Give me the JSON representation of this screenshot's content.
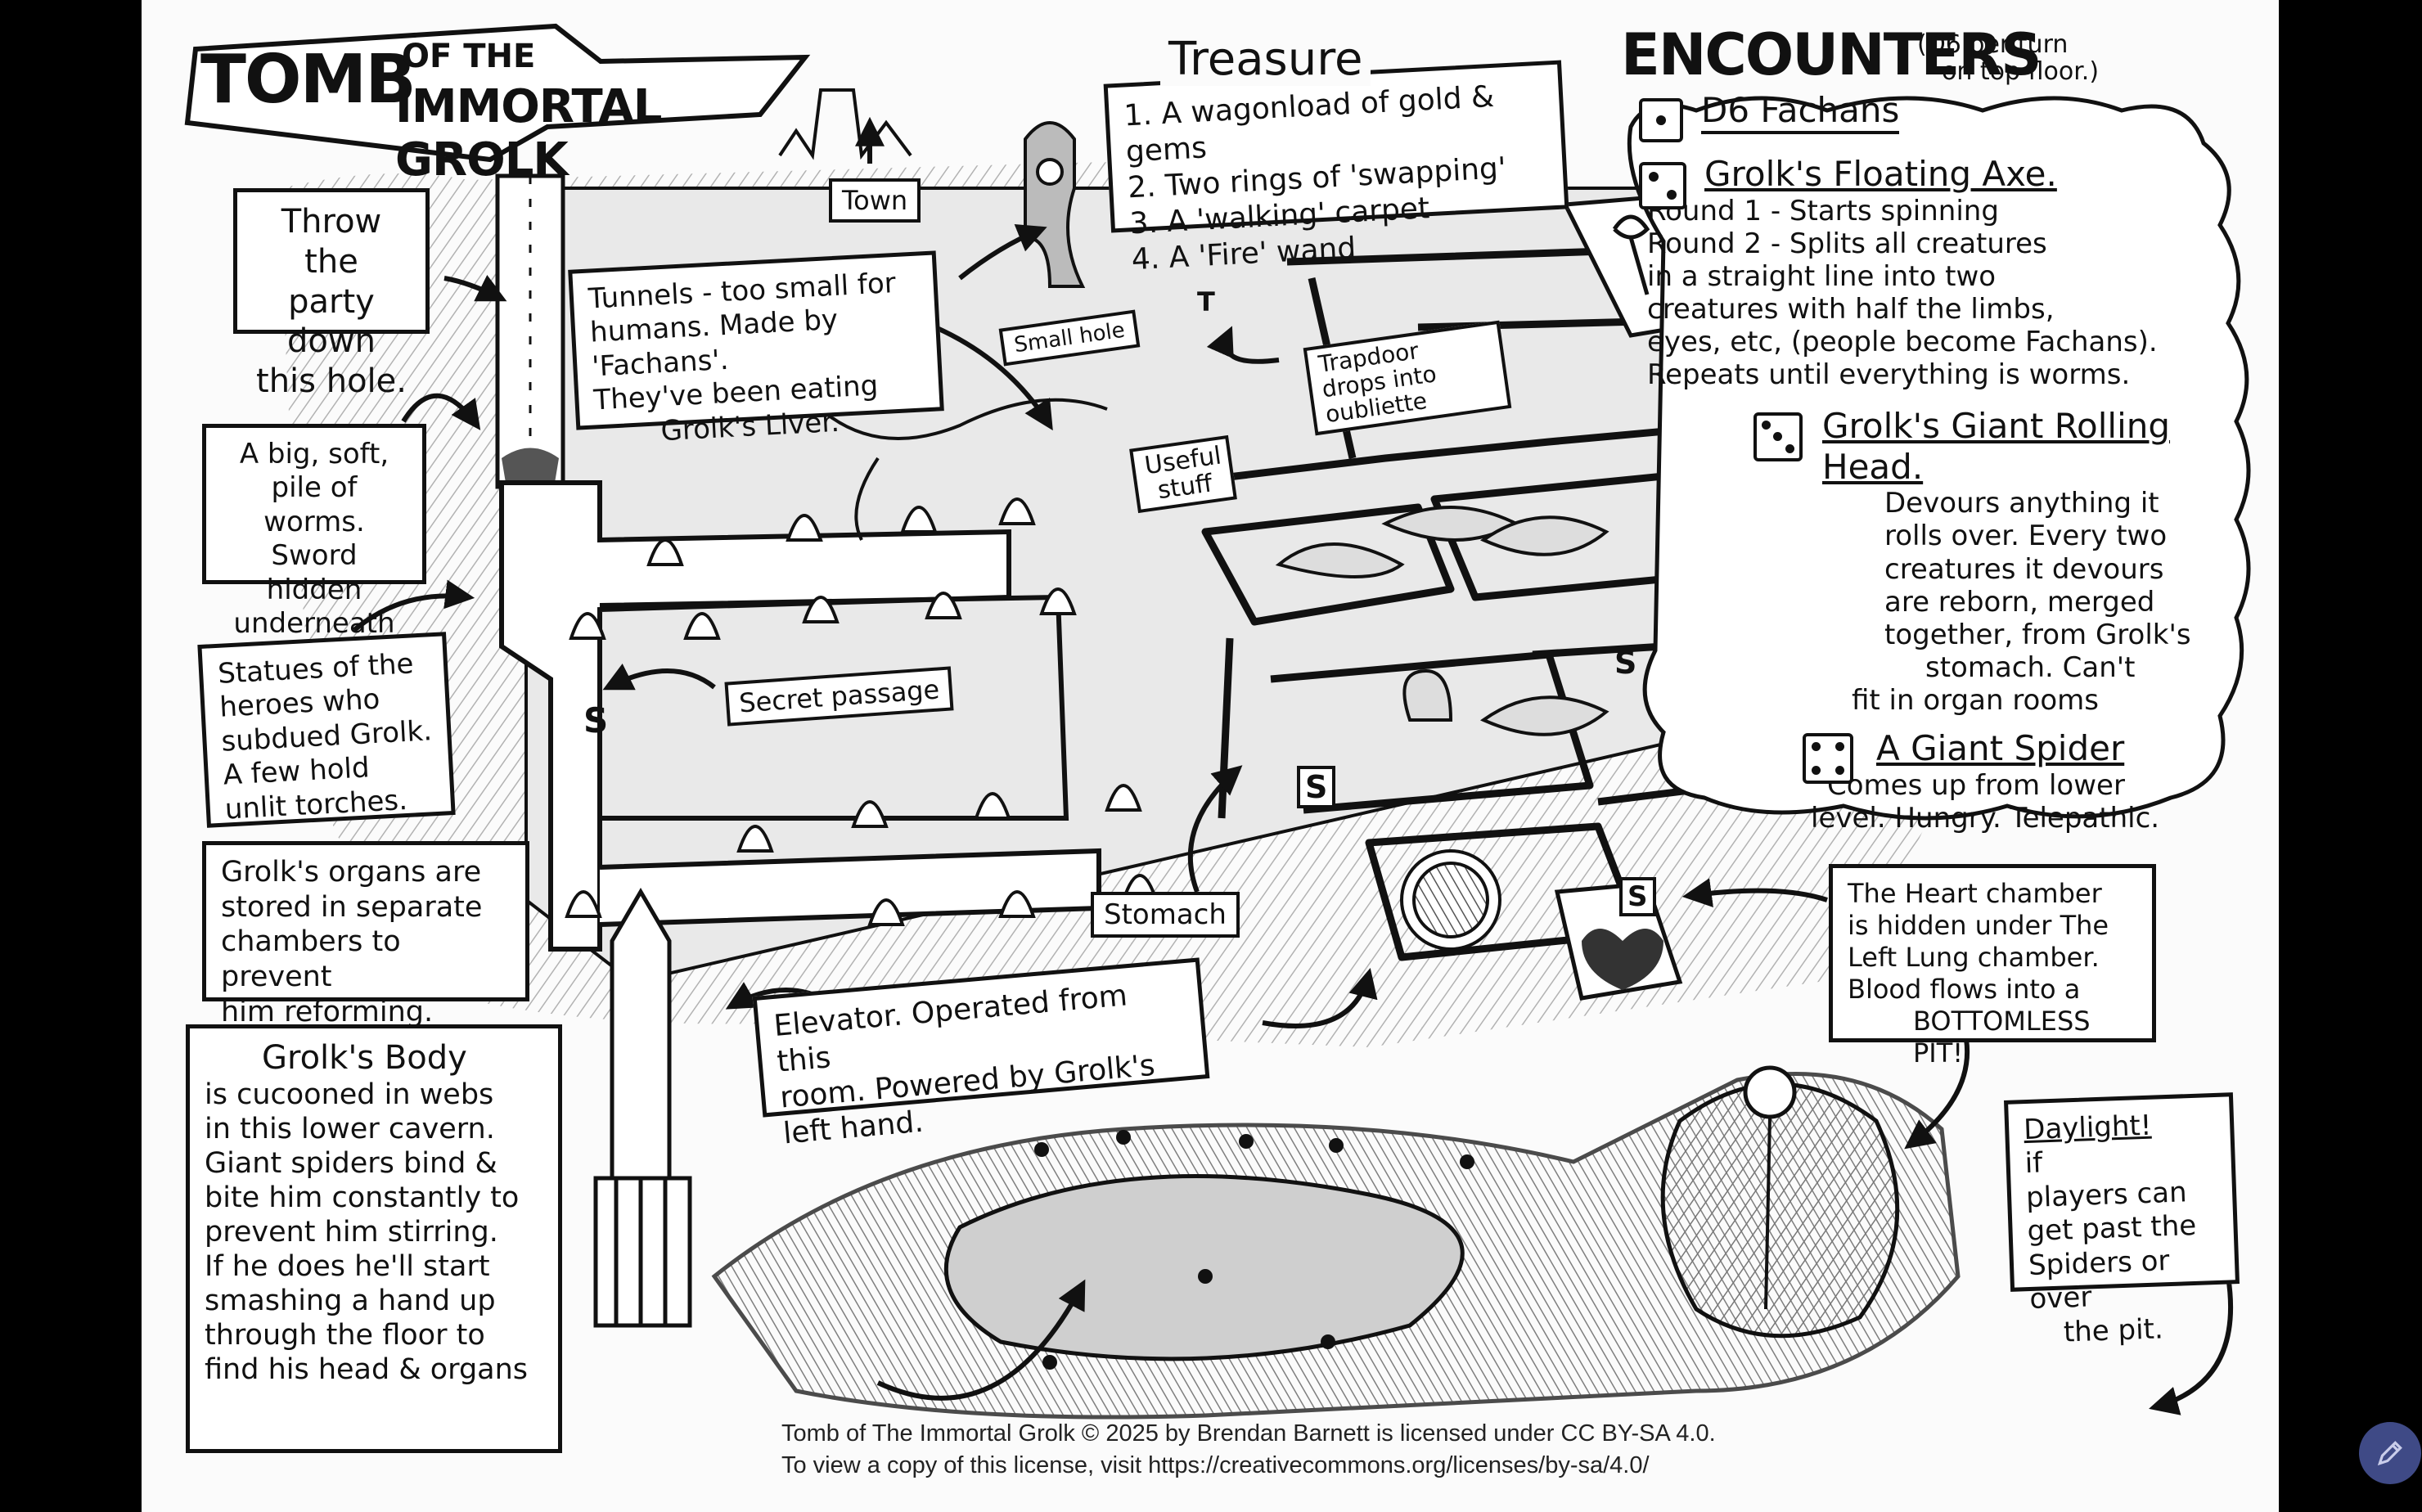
{
  "title": {
    "line1": "TOMB",
    "line1b": "OF THE",
    "line2": "IMMORTAL GROLK"
  },
  "treasure": {
    "heading": "Treasure",
    "items": [
      "1. A wagonload of gold & gems",
      "2. Two rings of 'swapping'",
      "3. A 'walking' carpet",
      "4. A 'Fire' wand"
    ]
  },
  "encounters": {
    "heading": "ENCOUNTERS",
    "note_line1": "(D6 per turn",
    "note_line2": "on top floor.)",
    "entries": [
      {
        "roll": "D6 Fachans",
        "lines": []
      },
      {
        "roll": "Grolk's Floating Axe.",
        "lines": [
          "Round 1 - Starts spinning",
          "Round 2 - Splits all creatures",
          "in a straight line into two",
          "creatures with half the limbs,",
          "eyes, etc, (people become Fachans).",
          "Repeats until everything is worms."
        ]
      },
      {
        "roll": "Grolk's Giant Rolling Head.",
        "lines": [
          "Devours anything it",
          "rolls over. Every two",
          "creatures it devours",
          "are reborn, merged",
          "together, from Grolk's",
          "stomach. Can't",
          "fit in organ rooms"
        ]
      },
      {
        "roll": "A Giant Spider",
        "lines": [
          "Comes up from lower",
          "level. Hungry. Telepathic."
        ]
      }
    ]
  },
  "notes": {
    "hole": [
      "Throw the",
      "party down",
      "this hole."
    ],
    "worms": [
      "A big, soft,",
      "pile of worms.",
      "Sword hidden",
      "underneath"
    ],
    "statues": [
      "Statues of the",
      "heroes who",
      "subdued Grolk.",
      "A few hold",
      "unlit torches."
    ],
    "organs": [
      "Grolk's organs are",
      "stored in separate",
      "chambers to prevent",
      "him reforming."
    ],
    "body_title": "Grolk's Body",
    "body": [
      "is cucooned in webs",
      "in this lower cavern.",
      "Giant spiders bind &",
      "bite him constantly to",
      "prevent him stirring.",
      "If he does he'll start",
      "smashing a hand up",
      "through the floor to",
      "find his head & organs"
    ],
    "tunnels": [
      "Tunnels - too small for",
      "humans. Made by 'Fachans'.",
      "They've been eating",
      "Grolk's Liver."
    ],
    "elevator": [
      "Elevator. Operated from this",
      "room. Powered by Grolk's",
      "left hand."
    ],
    "heart": [
      "The Heart chamber",
      "is hidden under The",
      "Left Lung chamber.",
      "Blood flows into a",
      "BOTTOMLESS PIT!"
    ],
    "daylight_title": "Daylight!",
    "daylight": [
      "if",
      "players can",
      "get past the",
      "Spiders or over",
      "the pit."
    ]
  },
  "labels": {
    "town": "Town",
    "small_hole": "Small hole",
    "useful_stuff": "Useful stuff",
    "trapdoor": "Trapdoor drops into oubliette",
    "secret_passage": "Secret passage",
    "stomach": "Stomach",
    "s": "S",
    "t": "T"
  },
  "license": {
    "line1": "Tomb of The Immortal Grolk © 2025 by Brendan Barnett is licensed under CC BY-SA 4.0.",
    "line2": "To view a copy of this license, visit https://creativecommons.org/licenses/by-sa/4.0/"
  }
}
